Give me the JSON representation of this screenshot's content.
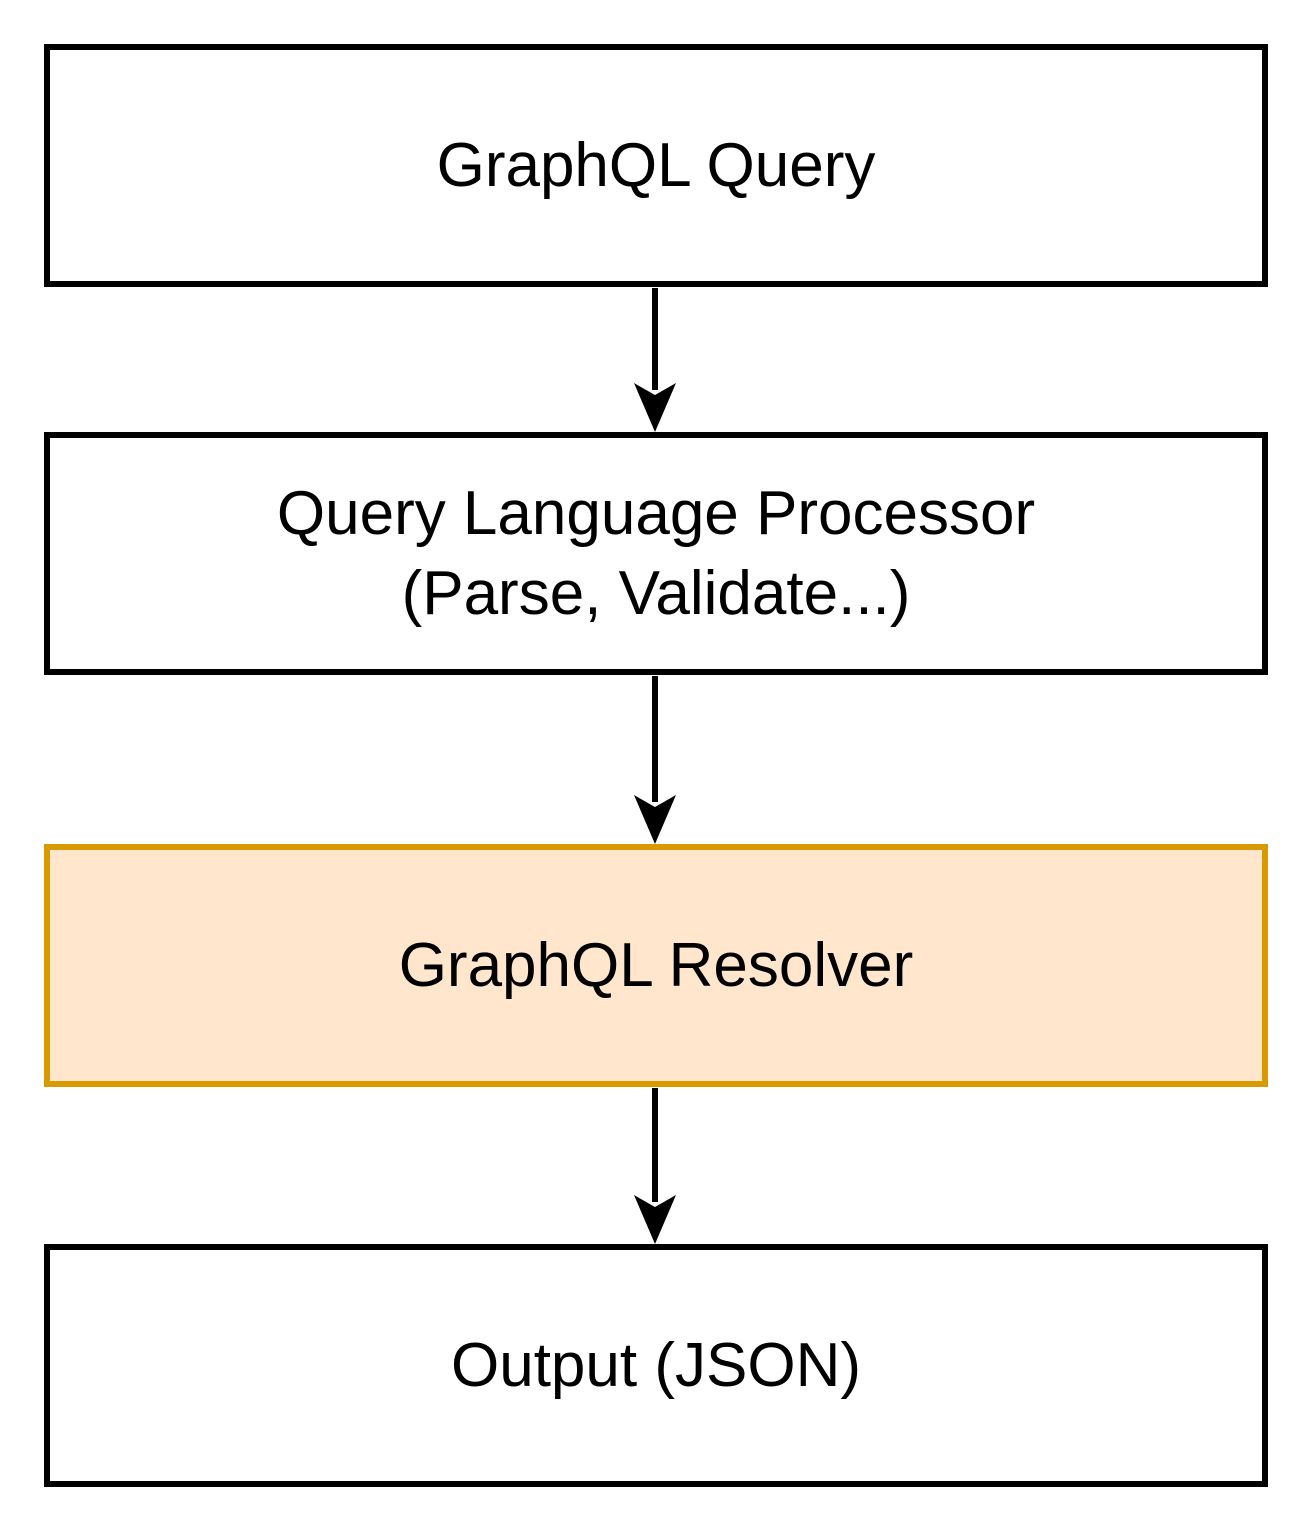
{
  "diagram": {
    "nodes": [
      {
        "id": "graphql-query",
        "lines": [
          "GraphQL Query"
        ]
      },
      {
        "id": "query-language-processor",
        "lines": [
          "Query Language Processor",
          "(Parse, Validate...)"
        ]
      },
      {
        "id": "graphql-resolver",
        "lines": [
          "GraphQL Resolver"
        ]
      },
      {
        "id": "output-json",
        "lines": [
          "Output (JSON)"
        ]
      }
    ],
    "edges": [
      {
        "from": "graphql-query",
        "to": "query-language-processor"
      },
      {
        "from": "query-language-processor",
        "to": "graphql-resolver"
      },
      {
        "from": "graphql-resolver",
        "to": "output-json"
      }
    ],
    "colors": {
      "stroke": "#000000",
      "box_fill": "#ffffff",
      "highlight_fill": "#ffe6cc",
      "highlight_stroke": "#d79b00"
    }
  }
}
